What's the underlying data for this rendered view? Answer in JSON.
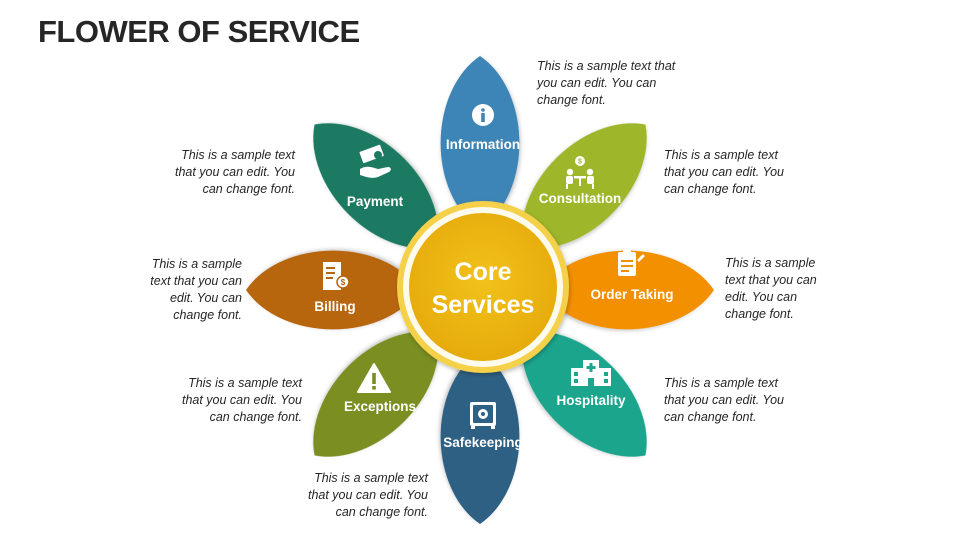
{
  "title": "FLOWER OF SERVICE",
  "core": {
    "line1": "Core",
    "line2": "Services",
    "color": "#F0B30E"
  },
  "petals": [
    {
      "id": "information",
      "label": "Information",
      "icon": "info-icon",
      "color": "#3C85B6"
    },
    {
      "id": "consultation",
      "label": "Consultation",
      "icon": "meeting-icon",
      "color": "#9EB629"
    },
    {
      "id": "order-taking",
      "label": "Order Taking",
      "icon": "clipboard-icon",
      "color": "#F29000"
    },
    {
      "id": "hospitality",
      "label": "Hospitality",
      "icon": "hospital-icon",
      "color": "#1FA58D"
    },
    {
      "id": "safekeeping",
      "label": "Safekeeping",
      "icon": "safe-icon",
      "color": "#2E6183"
    },
    {
      "id": "exceptions",
      "label": "Exceptions",
      "icon": "warning-icon",
      "color": "#7A8E23"
    },
    {
      "id": "billing",
      "label": "Billing",
      "icon": "invoice-icon",
      "color": "#B8660E"
    },
    {
      "id": "payment",
      "label": "Payment",
      "icon": "money-hand-icon",
      "color": "#1B7A62"
    }
  ],
  "descriptions": [
    {
      "for": "information",
      "lines": [
        "This is a sample text that",
        "you can edit. You can",
        "change font."
      ]
    },
    {
      "for": "consultation",
      "lines": [
        "This is a sample text",
        "that you can edit. You",
        "can change font."
      ]
    },
    {
      "for": "order-taking",
      "lines": [
        "This is a sample",
        "text that you can",
        "edit. You can",
        "change font."
      ]
    },
    {
      "for": "hospitality",
      "lines": [
        "This is a sample text",
        "that you can edit. You",
        "can change font."
      ]
    },
    {
      "for": "safekeeping",
      "lines": [
        "This is a sample text",
        "that you can edit. You",
        "can change font."
      ]
    },
    {
      "for": "exceptions",
      "lines": [
        "This is a sample text",
        "that you can edit. You",
        "can change font."
      ]
    },
    {
      "for": "billing",
      "lines": [
        "This is a sample",
        "text that you can",
        "edit. You can",
        "change font."
      ]
    },
    {
      "for": "payment",
      "lines": [
        "This is a sample text",
        "that you can edit. You",
        "can change font."
      ]
    }
  ]
}
